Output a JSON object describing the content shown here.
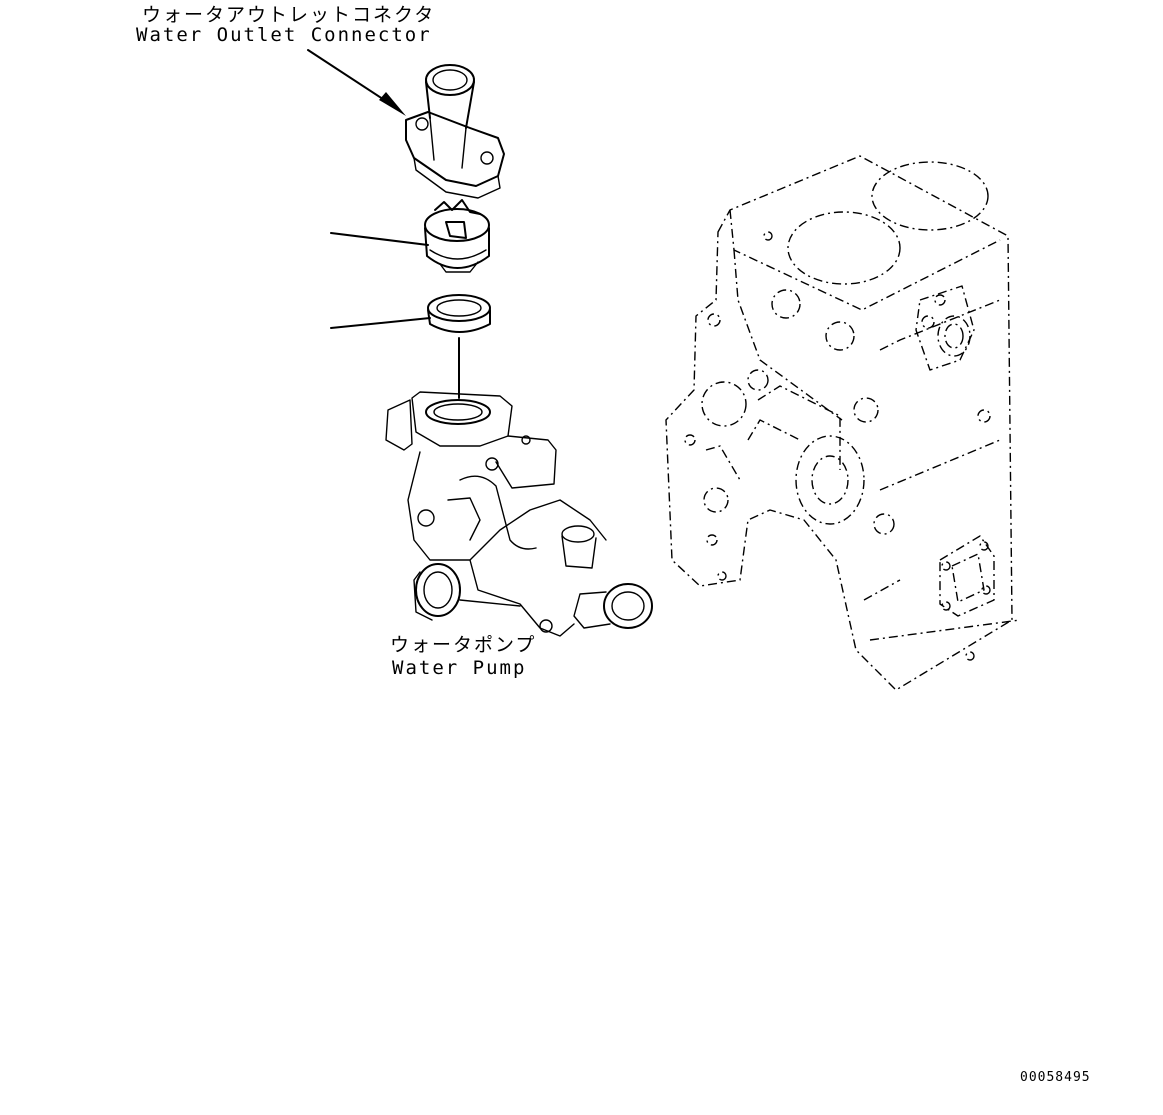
{
  "labels": {
    "water_outlet_connector_jp": "ウォータアウトレットコネクタ",
    "water_outlet_connector_en": "Water Outlet Connector",
    "water_pump_jp": "ウォータポンプ",
    "water_pump_en": "Water Pump"
  },
  "document_number": "00058495",
  "colors": {
    "line": "#000000",
    "background": "#ffffff"
  }
}
